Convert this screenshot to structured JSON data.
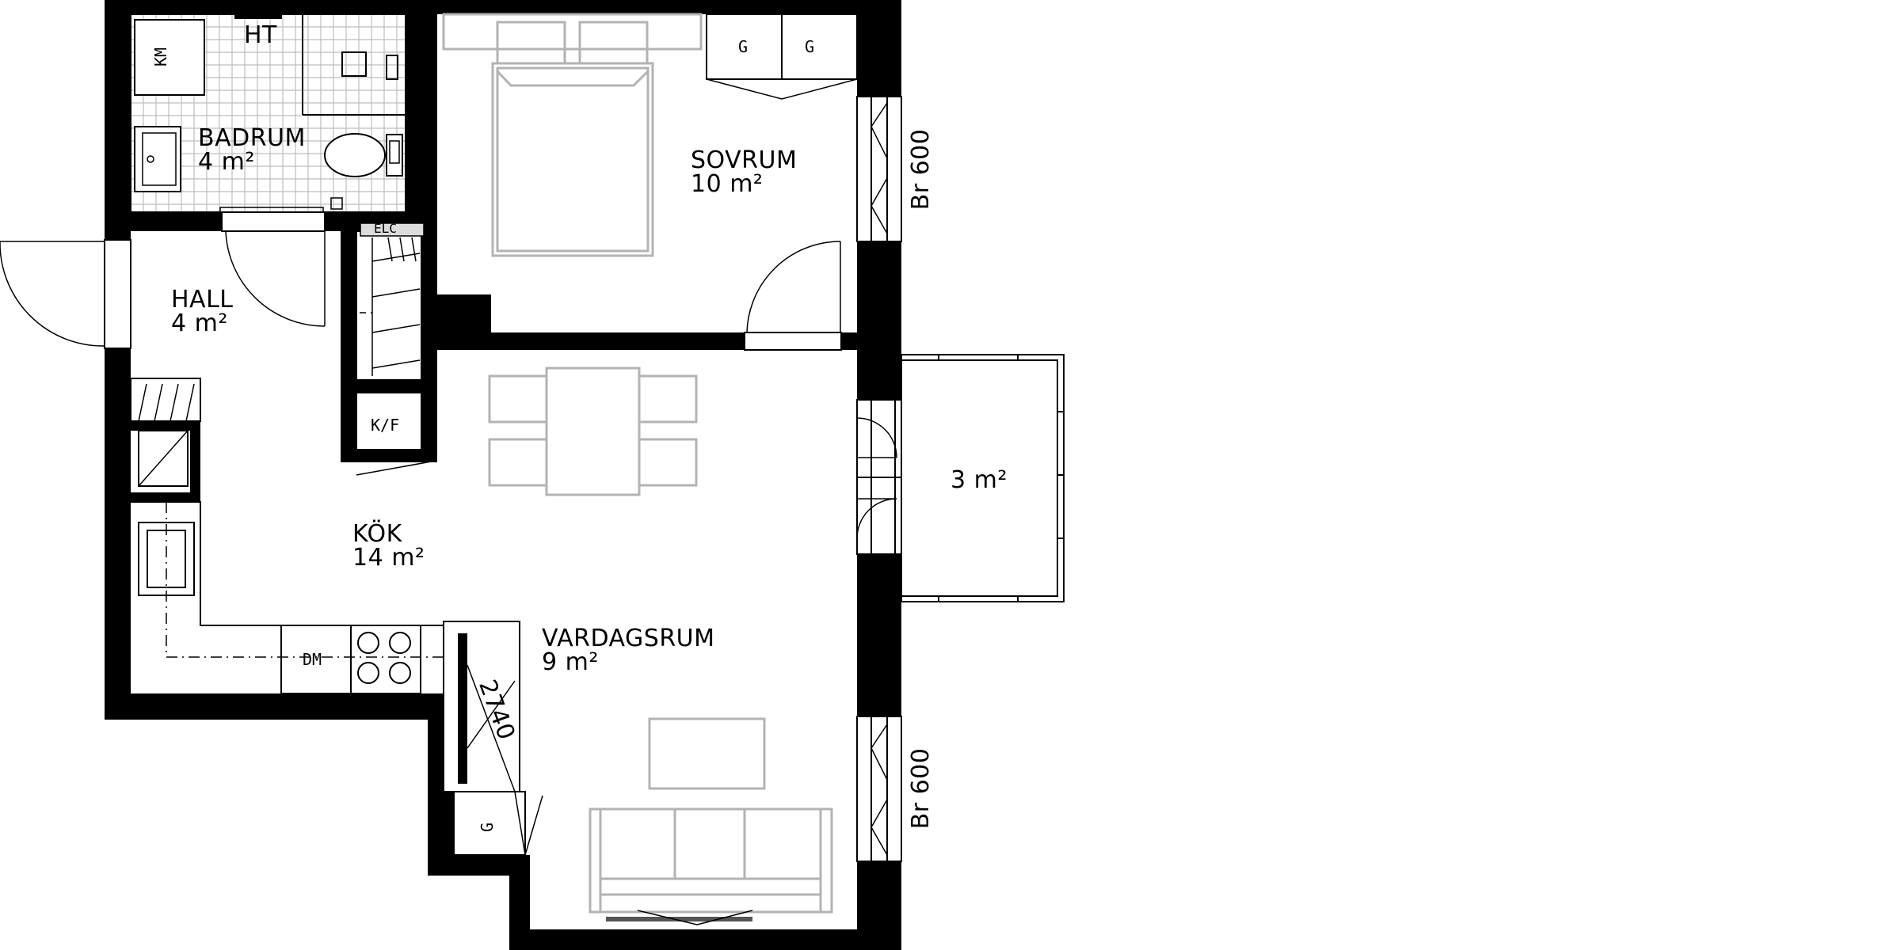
{
  "rooms": {
    "badrum": {
      "name": "BADRUM",
      "area": "4 m²"
    },
    "sovrum": {
      "name": "SOVRUM",
      "area": "10 m²"
    },
    "hall": {
      "name": "HALL",
      "area": "4 m²"
    },
    "kok": {
      "name": "KÖK",
      "area": "14 m²"
    },
    "vardagsrum": {
      "name": "VARDAGSRUM",
      "area": "9 m²"
    },
    "balkong": {
      "area": "3 m²"
    }
  },
  "fixtures": {
    "ht": "HT",
    "km": "KM",
    "elc": "ELC",
    "kf": "K/F",
    "dm": "DM",
    "g1": "G",
    "g2": "G",
    "g3": "G"
  },
  "windows": {
    "upper": "Br 600",
    "lower": "Br 600"
  },
  "dimensions": {
    "wall_length": "2740"
  }
}
